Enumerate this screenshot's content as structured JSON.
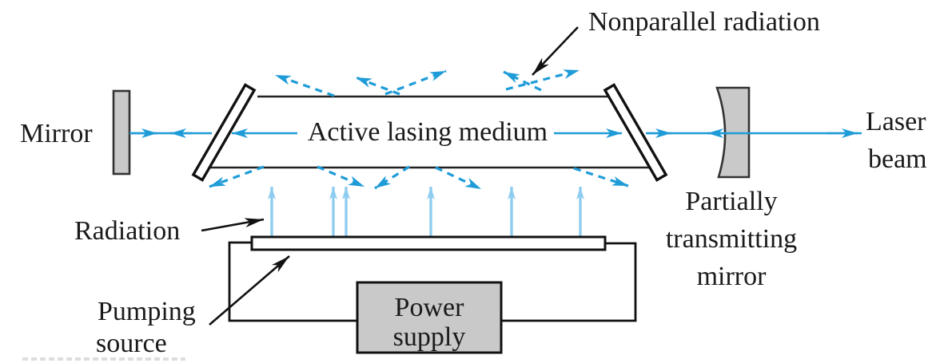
{
  "figure": {
    "labels": {
      "mirror": "Mirror",
      "active_medium": "Active lasing medium",
      "nonparallel_radiation": "Nonparallel radiation",
      "laser_line1": "Laser",
      "laser_line2": "beam",
      "partial_line1": "Partially",
      "partial_line2": "transmitting",
      "partial_line3": "mirror",
      "radiation": "Radiation",
      "pumping_line1": "Pumping",
      "pumping_line2": "source",
      "power_line1": "Power",
      "power_line2": "supply"
    },
    "colors": {
      "beam_blue": "#1f9cd8",
      "pump_blue": "#8ecdf0",
      "mirror_gray": "#c9c9c9",
      "outline_black": "#111111"
    }
  }
}
